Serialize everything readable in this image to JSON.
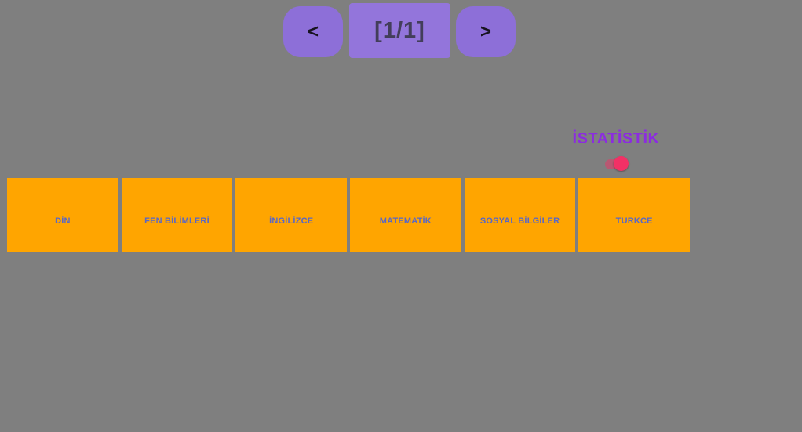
{
  "pager": {
    "prev_label": "<",
    "page_indicator": "[1/1]",
    "next_label": ">"
  },
  "statistics": {
    "label": "İSTATİSTİK",
    "toggle_state": "on"
  },
  "subjects": {
    "items": [
      {
        "label": "DİN"
      },
      {
        "label": "FEN BİLİMLERİ"
      },
      {
        "label": "İNGİLİZCE"
      },
      {
        "label": "MATEMATİK"
      },
      {
        "label": "SOSYAL BİLGİLER"
      },
      {
        "label": "TURKCE"
      }
    ]
  },
  "colors": {
    "background": "#7F7F7F",
    "subject_button": "#FFA500",
    "subject_text": "#5968C6",
    "pager_button": "#8D6FD8",
    "pager_indicator": "#9375DB",
    "pager_indicator_text": "#433E5A",
    "statistics_label": "#8C2CE0",
    "toggle_on": "#F23166"
  }
}
